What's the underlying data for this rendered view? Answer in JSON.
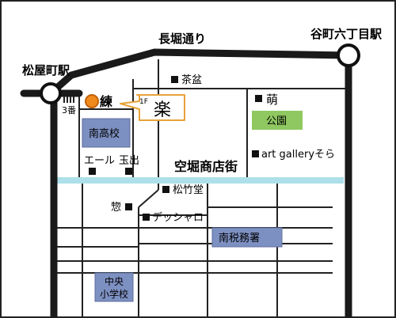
{
  "stations": [
    {
      "name": "松屋町駅"
    },
    {
      "name": "谷町六丁目駅"
    }
  ],
  "exit_label": "3番",
  "roads": {
    "main": "長堀通り",
    "shopping_street": "空堀商店街"
  },
  "venue": {
    "name": "練",
    "floor": "1F",
    "sign": "楽"
  },
  "landmarks": {
    "sabon": "茶盆",
    "moe": "萌",
    "park": "公園",
    "art_gallery": "art galleryそら",
    "south_high_school": "南高校",
    "ale": "エール",
    "tamade": "玉出",
    "shochikudo": "松竹堂",
    "so": "惣",
    "desshalo": "デッシャロ",
    "tax_office": "南税務署",
    "chuo_school_line1": "中央",
    "chuo_school_line2": "小学校"
  },
  "colors": {
    "main_road": "#1a1a1a",
    "street": "#222222",
    "river": "#aee0ea",
    "school": "#7d90c2",
    "park": "#8fc860",
    "venue_marker": "#f08a1c",
    "balloon_border": "#e8a238"
  }
}
